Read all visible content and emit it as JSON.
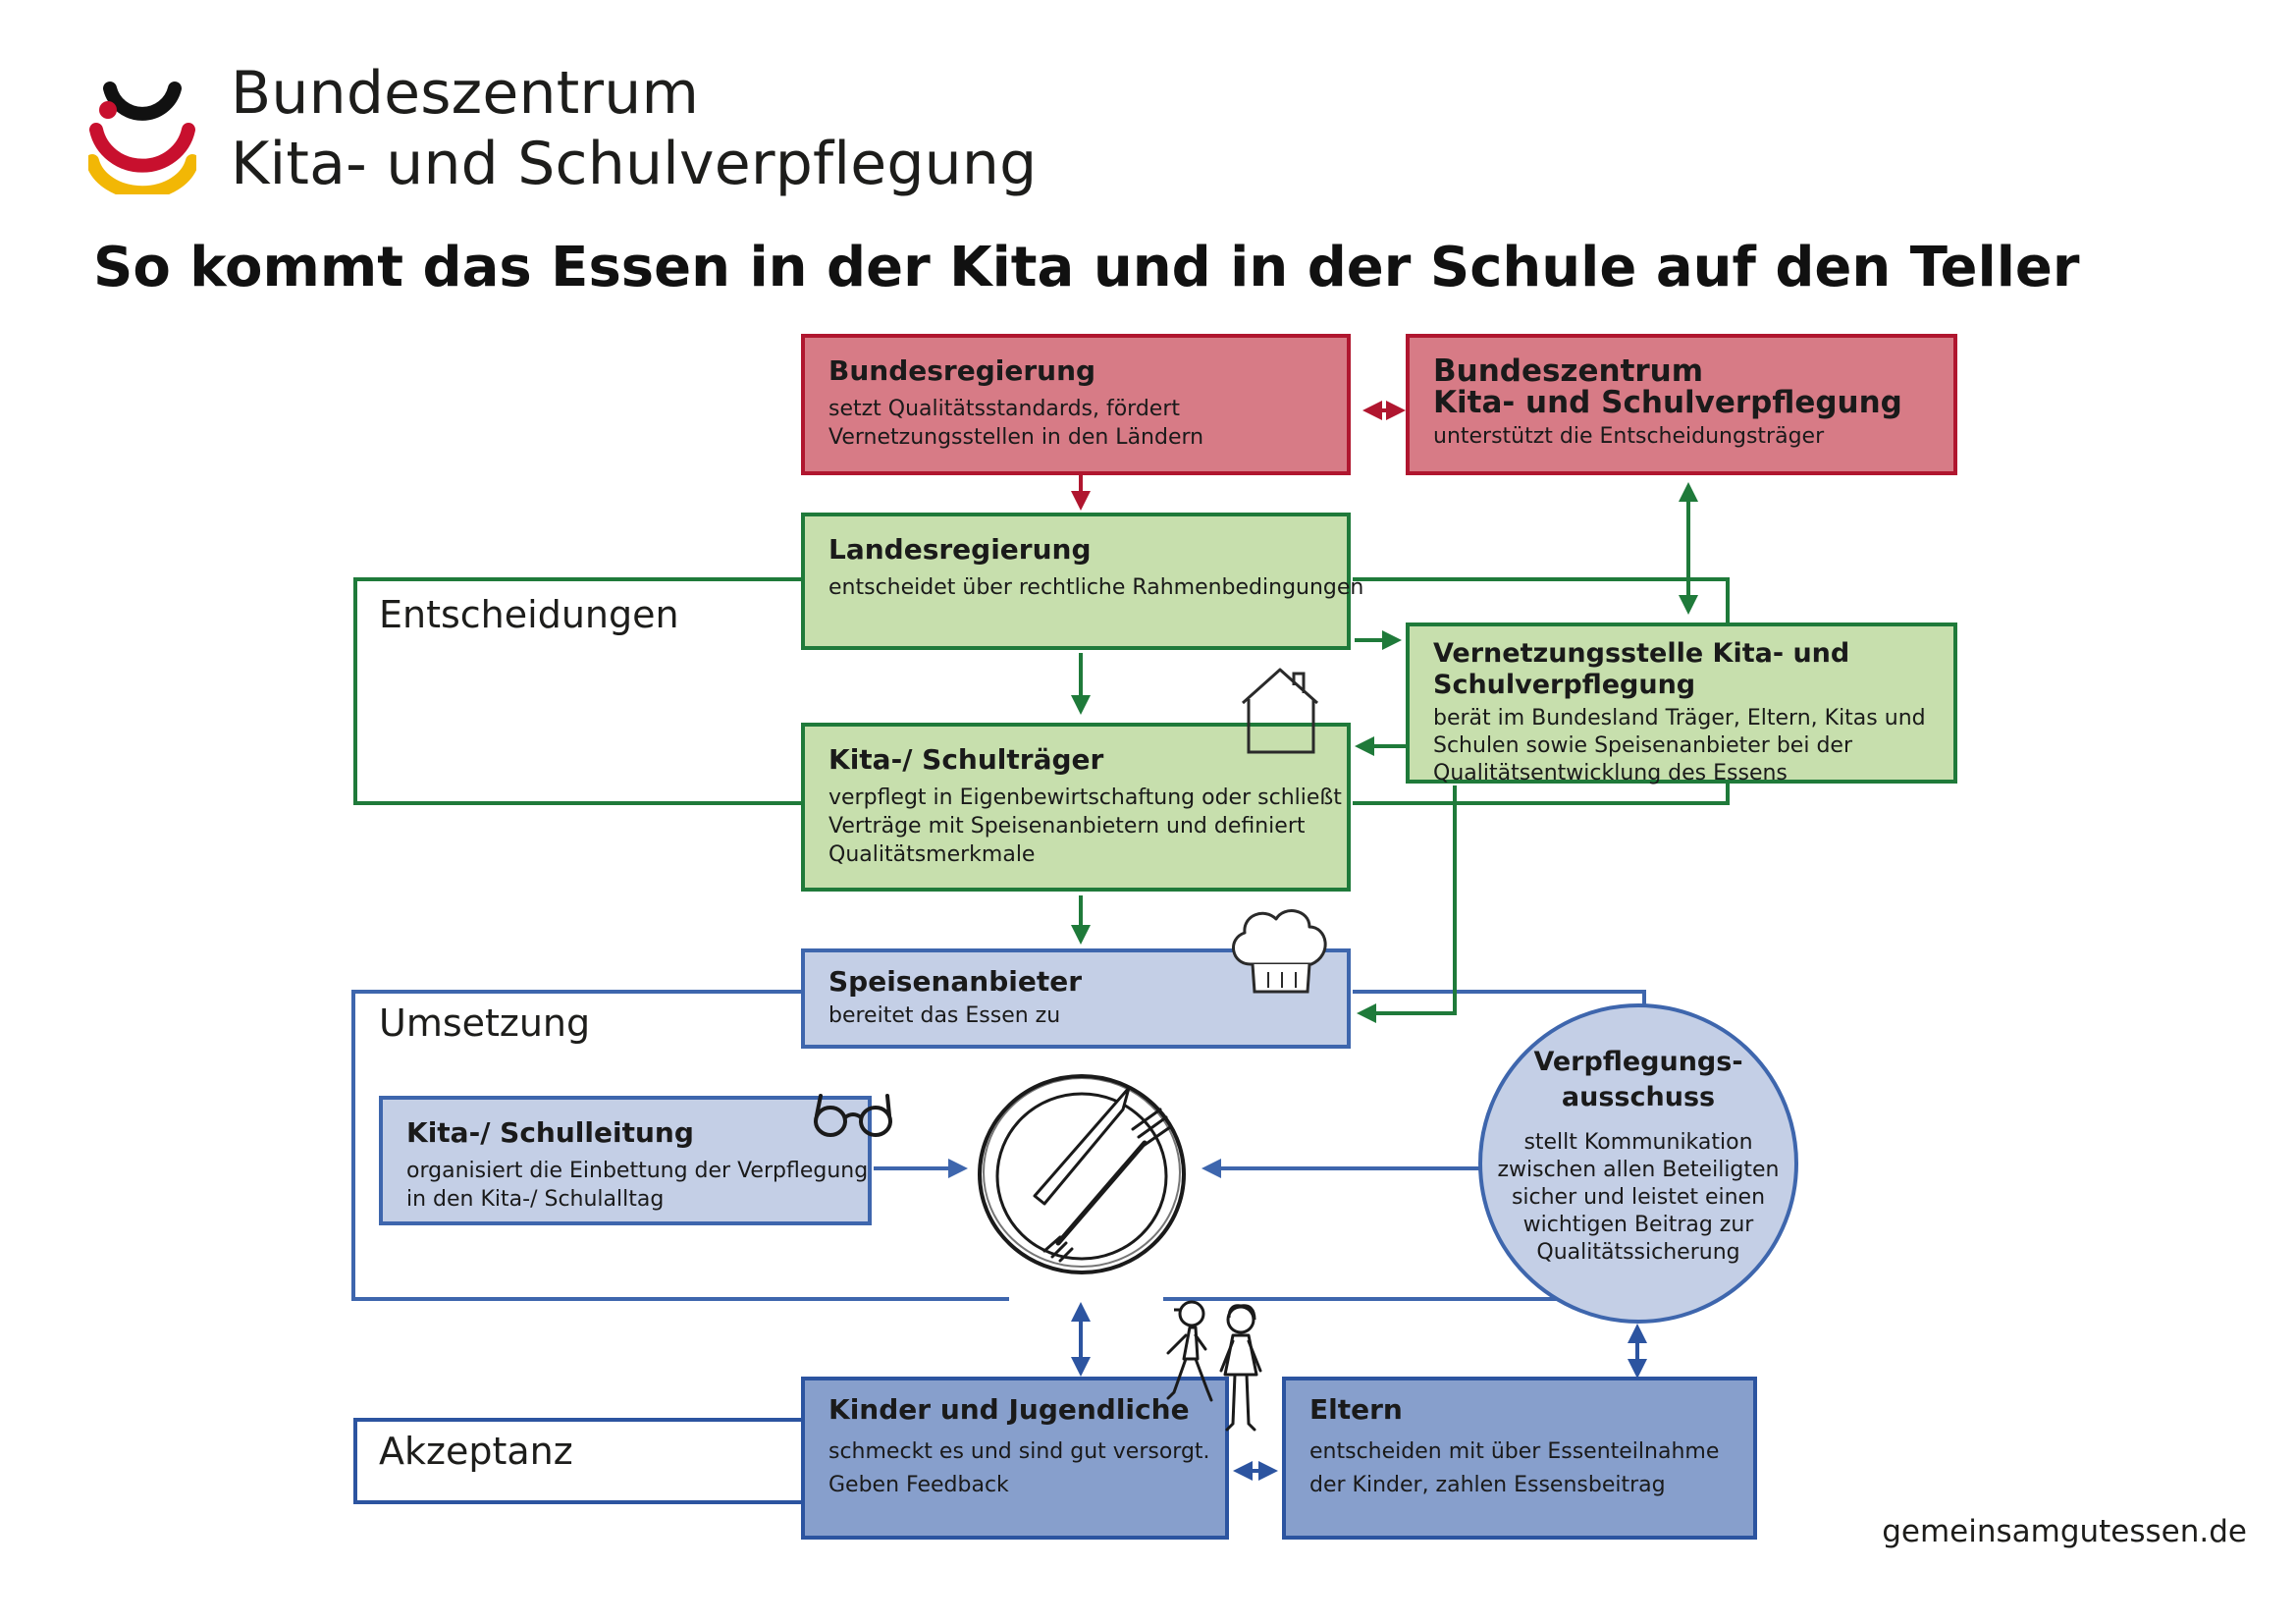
{
  "header": {
    "brand_line1": "Bundeszentrum",
    "brand_line2": "Kita- und Schulverpflegung",
    "title": "So kommt das Essen in der Kita und in der Schule auf den Teller"
  },
  "sections": {
    "decisions": "Entscheidungen",
    "implementation": "Umsetzung",
    "acceptance": "Akzeptanz"
  },
  "boxes": {
    "bundesregierung": {
      "title": "Bundesregierung",
      "desc1": "setzt Qualitätsstandards, fördert",
      "desc2": "Vernetzungsstellen in den Ländern"
    },
    "bundeszentrum": {
      "title1": "Bundeszentrum",
      "title2": "Kita- und Schulverpflegung",
      "desc1": "unterstützt die Entscheidungsträger"
    },
    "landesregierung": {
      "title": "Landesregierung",
      "desc1": "entscheidet über rechtliche Rahmenbedingungen"
    },
    "vernetzungsstelle": {
      "title1": "Vernetzungsstelle Kita- und",
      "title2": "Schulverpflegung",
      "desc1": "berät im Bundesland Träger, Eltern, Kitas und",
      "desc2": "Schulen sowie Speisenanbieter bei der",
      "desc3": "Qualitätsentwicklung des Essens"
    },
    "traeger": {
      "title": "Kita-/ Schulträger",
      "desc1": "verpflegt in Eigenbewirtschaftung oder schließt",
      "desc2": "Verträge mit Speisenanbietern und definiert",
      "desc3": "Qualitätsmerkmale"
    },
    "speisenanbieter": {
      "title": "Speisenanbieter",
      "desc1": "bereitet das Essen zu"
    },
    "schulleitung": {
      "title": "Kita-/ Schulleitung",
      "desc1": "organisiert die Einbettung der Verpflegung",
      "desc2": "in den Kita-/ Schulalltag"
    },
    "verpflegungsausschuss": {
      "title1": "Verpflegungs-",
      "title2": "ausschuss",
      "desc1": "stellt Kommunikation",
      "desc2": "zwischen allen Beteiligten",
      "desc3": "sicher und leistet einen",
      "desc4": "wichtigen Beitrag zur",
      "desc5": "Qualitätssicherung"
    },
    "kinder": {
      "title": "Kinder und Jugendliche",
      "desc1": "schmeckt es und sind gut versorgt.",
      "desc2": "Geben Feedback"
    },
    "eltern": {
      "title": "Eltern",
      "desc1": "entscheiden mit über Essenteilnahme",
      "desc2": "der Kinder, zahlen Essensbeitrag"
    }
  },
  "footer": {
    "url": "gemeinsamgutessen.de"
  },
  "colors": {
    "red_fill": "#d77b86",
    "red_border": "#b0162f",
    "green_fill": "#c7dfad",
    "green_border": "#1f7a3a",
    "lightblue_fill": "#c4cfe6",
    "lightblue_border": "#3e66ad",
    "darkblue_fill": "#879fcc",
    "darkblue_border": "#2c54a0"
  },
  "icons": [
    "logo-mark",
    "house-icon",
    "chef-hat-icon",
    "glasses-icon",
    "plate-cutlery-icon",
    "children-icon"
  ]
}
